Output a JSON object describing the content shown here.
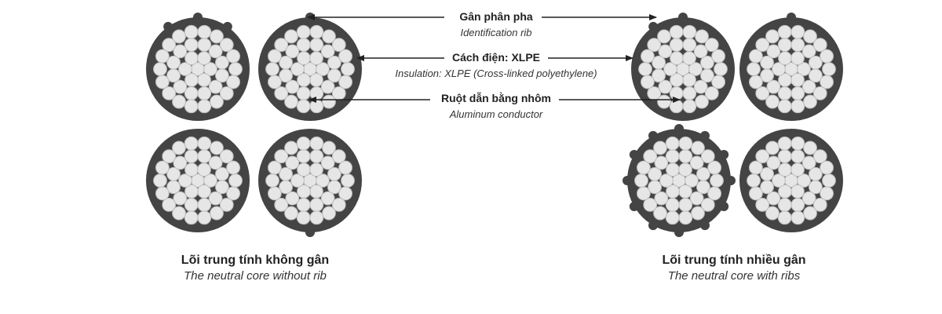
{
  "labels": {
    "identification_rib": {
      "vn": "Gân phân pha",
      "en": "Identification rib"
    },
    "insulation": {
      "vn": "Cách điện: XLPE",
      "en": "Insulation: XLPE (Cross-linked polyethylene)"
    },
    "conductor": {
      "vn": "Ruột dẫn bằng nhôm",
      "en": "Aluminum conductor"
    }
  },
  "captions": {
    "left": {
      "vn": "Lõi trung tính không gân",
      "en": "The neutral core without rib"
    },
    "right": {
      "vn": "Lõi trung tính nhiều gân",
      "en": "The neutral core with ribs"
    }
  },
  "colors": {
    "insulation": "#444444",
    "strand_fill": "#e6e6e6",
    "strand_stroke": "#bcbcbc",
    "arrow": "#222222"
  }
}
